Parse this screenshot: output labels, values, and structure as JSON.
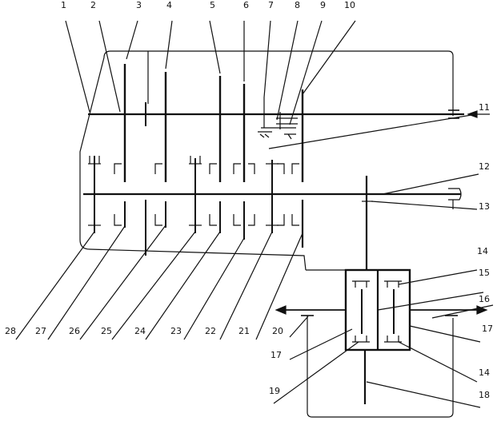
{
  "labels": {
    "l1": "1",
    "l2": "2",
    "l3": "3",
    "l4": "4",
    "l5": "5",
    "l6": "6",
    "l7": "7",
    "l8": "8",
    "l9": "9",
    "l10": "10",
    "l11": "11",
    "l12": "12",
    "l13": "13",
    "l14a": "14",
    "l15": "15",
    "l16": "16",
    "l17r": "17",
    "l14b": "14",
    "l18": "18",
    "l19": "19",
    "l17l": "17",
    "l20": "20",
    "l21": "21",
    "l22": "22",
    "l23": "23",
    "l24": "24",
    "l25": "25",
    "l26": "26",
    "l27": "27",
    "l28": "28"
  },
  "colors": {
    "stroke": "#111111",
    "background": "#ffffff"
  }
}
